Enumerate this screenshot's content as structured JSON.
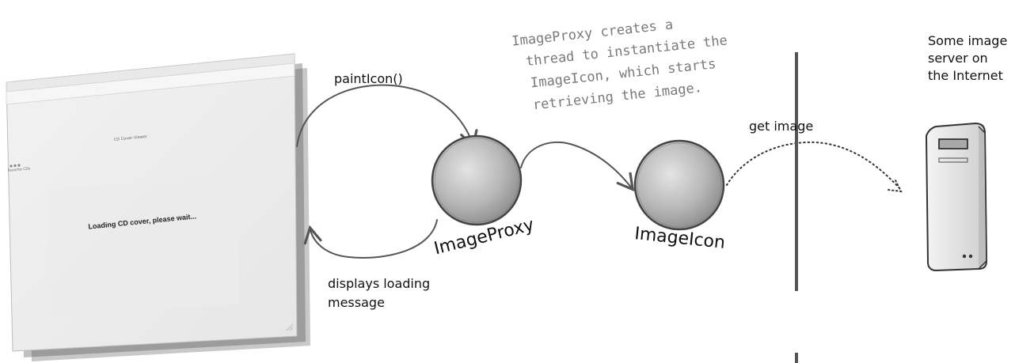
{
  "window": {
    "title": "CD Cover Viewer",
    "menu_label": "Favorite CDs",
    "loading_message": "Loading CD cover, please wait..."
  },
  "arrows": {
    "paint_icon": "paintIcon()",
    "displays_loading_line1": "displays loading",
    "displays_loading_line2": "message",
    "get_image": "get image"
  },
  "note": {
    "line1": "ImageProxy creates a",
    "line2": "thread to instantiate the",
    "line3": "ImageIcon, which starts",
    "line4": "retrieving the image."
  },
  "nodes": {
    "image_proxy": "ImageProxy",
    "image_icon": "ImageIcon"
  },
  "server": {
    "line1": "Some image",
    "line2": "server on",
    "line3": "the Internet"
  },
  "colors": {
    "sphere_fill": "#b0b0b0",
    "sphere_light": "#dcdcdc",
    "outline": "#333333",
    "divider": "#555555"
  }
}
